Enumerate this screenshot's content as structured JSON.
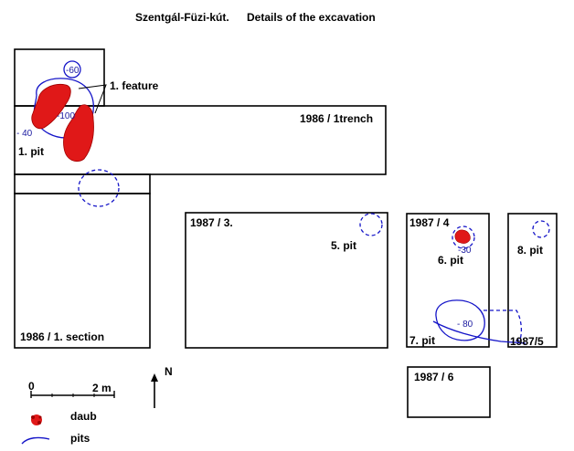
{
  "title": "Szentgál-Füzi-kút.",
  "subtitle": "Details of the excavation",
  "areas": {
    "trench_1986": "1986 / 1trench",
    "section_1986": "1986 / 1. section",
    "area_1987_3": "1987 / 3.",
    "area_1987_4": "1987 / 4",
    "area_1987_5": "1987/5",
    "area_1987_6": "1987 / 6"
  },
  "features": {
    "feature_1": "1.  feature",
    "pit_1": "1. pit",
    "pit_5": "5. pit",
    "pit_6": "6. pit",
    "pit_7": "7. pit",
    "pit_8": "8. pit"
  },
  "depths": {
    "d60": "-60",
    "d100": "-100",
    "d40": "- 40",
    "d30": "-30",
    "d80": "- 80"
  },
  "scale": {
    "zero": "0",
    "two": "2  m"
  },
  "north": "N",
  "legend": {
    "daub": "daub",
    "pits": "pits"
  },
  "colors": {
    "daub": "#e01818",
    "pits": "#1515c8",
    "lines": "#000000"
  }
}
